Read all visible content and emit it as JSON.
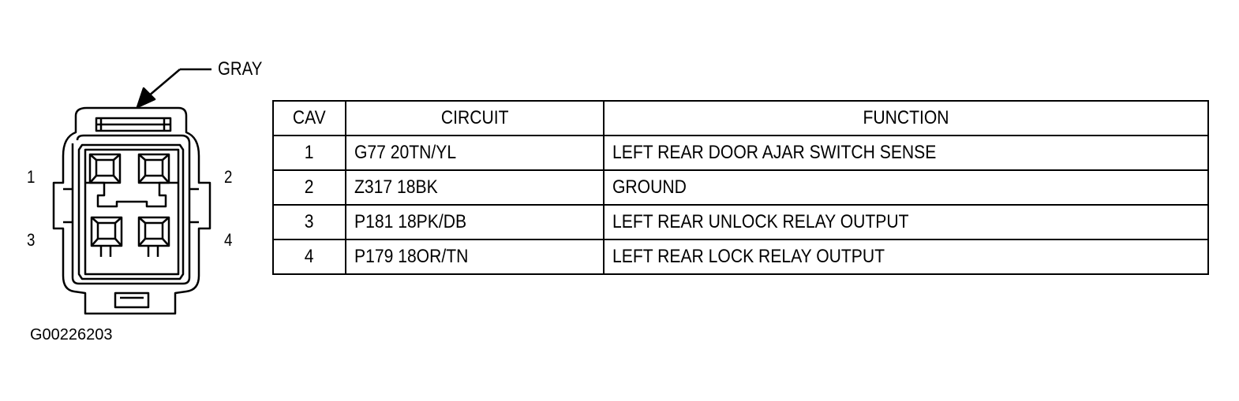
{
  "connector": {
    "color_label": "GRAY",
    "cavity_labels": [
      "1",
      "2",
      "3",
      "4"
    ],
    "figure_id": "G00226203"
  },
  "table": {
    "headers": [
      "CAV",
      "CIRCUIT",
      "FUNCTION"
    ],
    "rows": [
      {
        "cav": "1",
        "circuit": "G77 20TN/YL",
        "function": "LEFT REAR DOOR AJAR SWITCH SENSE"
      },
      {
        "cav": "2",
        "circuit": "Z317 18BK",
        "function": "GROUND"
      },
      {
        "cav": "3",
        "circuit": "P181 18PK/DB",
        "function": "LEFT REAR UNLOCK RELAY OUTPUT"
      },
      {
        "cav": "4",
        "circuit": "P179 18OR/TN",
        "function": "LEFT REAR LOCK RELAY OUTPUT"
      }
    ]
  }
}
